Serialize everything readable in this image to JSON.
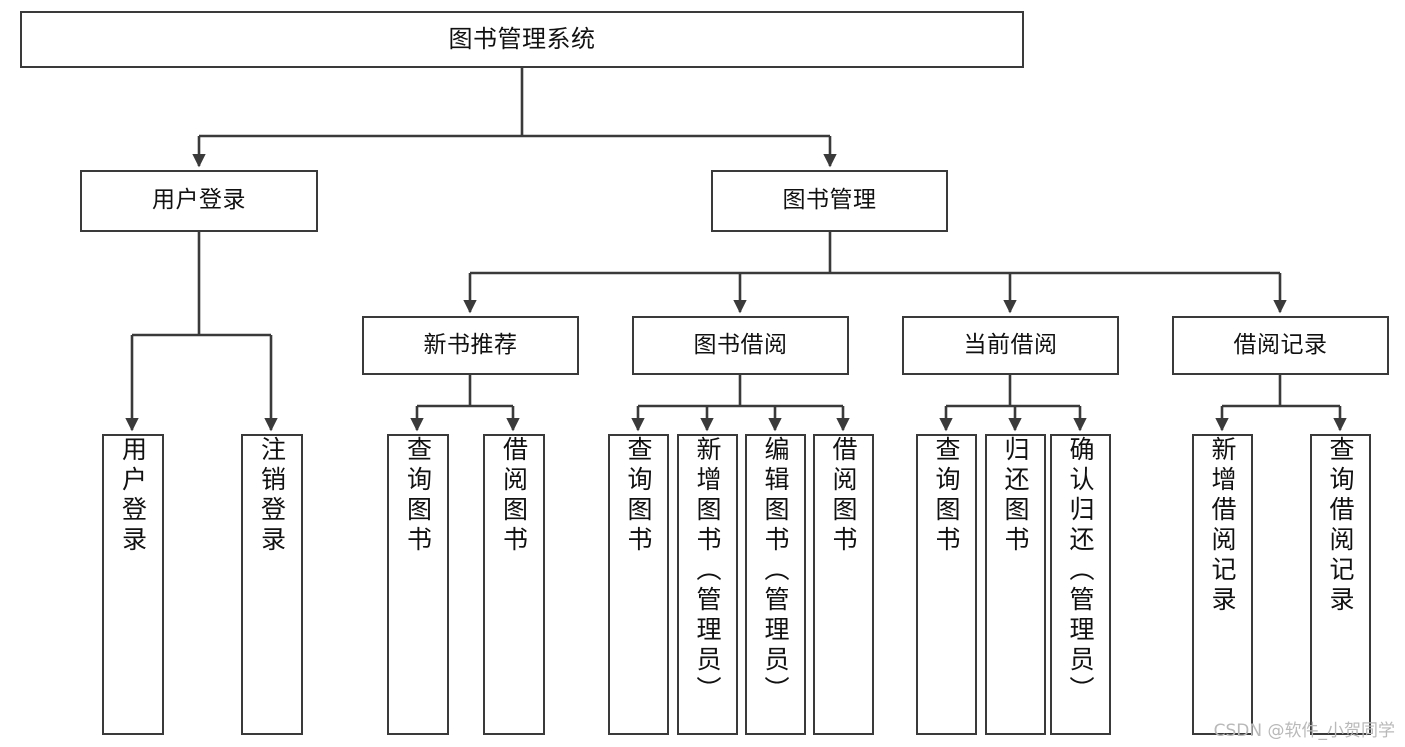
{
  "diagram": {
    "type": "tree",
    "title": "图书管理系统",
    "orientation": "top-down",
    "edge_style": "orthogonal-arrow",
    "colors": {
      "box_border": "#3a3a3a",
      "box_fill": "#ffffff",
      "edge": "#3a3a3a",
      "text": "#111111",
      "background": "#ffffff",
      "watermark": "#b9b9b9"
    },
    "root": {
      "label": "图书管理系统"
    },
    "level2": [
      {
        "label": "用户登录"
      },
      {
        "label": "图书管理"
      }
    ],
    "level3": [
      {
        "label": "新书推荐"
      },
      {
        "label": "图书借阅"
      },
      {
        "label": "当前借阅"
      },
      {
        "label": "借阅记录"
      }
    ],
    "leaves": {
      "user_login": [
        {
          "label": "用户登录"
        },
        {
          "label": "注销登录"
        }
      ],
      "new_book_recommend": [
        {
          "label": "查询图书"
        },
        {
          "label": "借阅图书"
        }
      ],
      "book_borrow": [
        {
          "label": "查询图书"
        },
        {
          "label": "新增图书（管理员）"
        },
        {
          "label": "编辑图书（管理员）"
        },
        {
          "label": "借阅图书"
        }
      ],
      "current_borrow": [
        {
          "label": "查询图书"
        },
        {
          "label": "归还图书"
        },
        {
          "label": "确认归还（管理员）"
        }
      ],
      "borrow_record": [
        {
          "label": "新增借阅记录"
        },
        {
          "label": "查询借阅记录"
        }
      ]
    }
  },
  "watermark": {
    "text": "CSDN @软件_小贺同学"
  }
}
